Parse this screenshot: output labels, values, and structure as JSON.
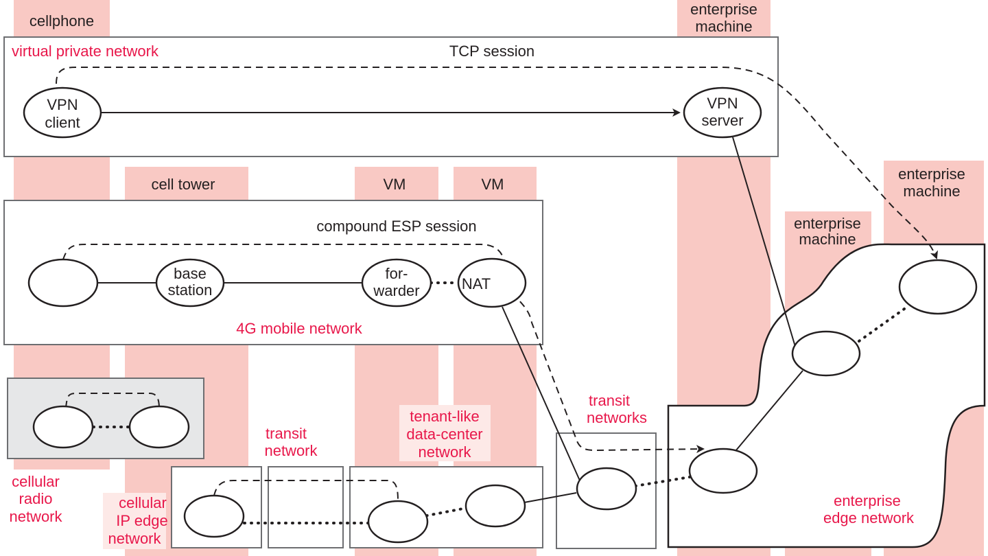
{
  "columns": {
    "cellphone": "cellphone",
    "enterprise_machine_top": [
      "enterprise",
      "machine"
    ],
    "cell_tower": "cell tower",
    "vm1": "VM",
    "vm2": "VM",
    "enterprise_machine_right": [
      "enterprise",
      "machine"
    ],
    "enterprise_machine_mid": [
      "enterprise",
      "machine"
    ]
  },
  "vpn": {
    "network_label": "virtual private network",
    "session_label": "TCP session",
    "client": [
      "VPN",
      "client"
    ],
    "server": [
      "VPN",
      "server"
    ]
  },
  "mobile": {
    "session_label": "compound ESP session",
    "network_label": "4G mobile network",
    "base_station": [
      "base",
      "station"
    ],
    "forwarder": [
      "for-",
      "warder"
    ],
    "nat": "NAT"
  },
  "lower": {
    "cellular_radio": [
      "cellular",
      "radio",
      "network"
    ],
    "cellular_ip_edge": [
      "cellular",
      "IP edge",
      "network"
    ],
    "transit_network": [
      "transit",
      "network"
    ],
    "tenant_dc": [
      "tenant-like",
      "data-center",
      "network"
    ],
    "transit_networks": [
      "transit",
      "networks"
    ],
    "enterprise_edge": [
      "enterprise",
      "edge network"
    ]
  },
  "colors": {
    "column_fill": "#f9c9c4",
    "label_red": "#e8174a",
    "stroke": "#231f20",
    "box_stroke": "#6d6e71",
    "radio_fill": "#e6e7e8"
  }
}
